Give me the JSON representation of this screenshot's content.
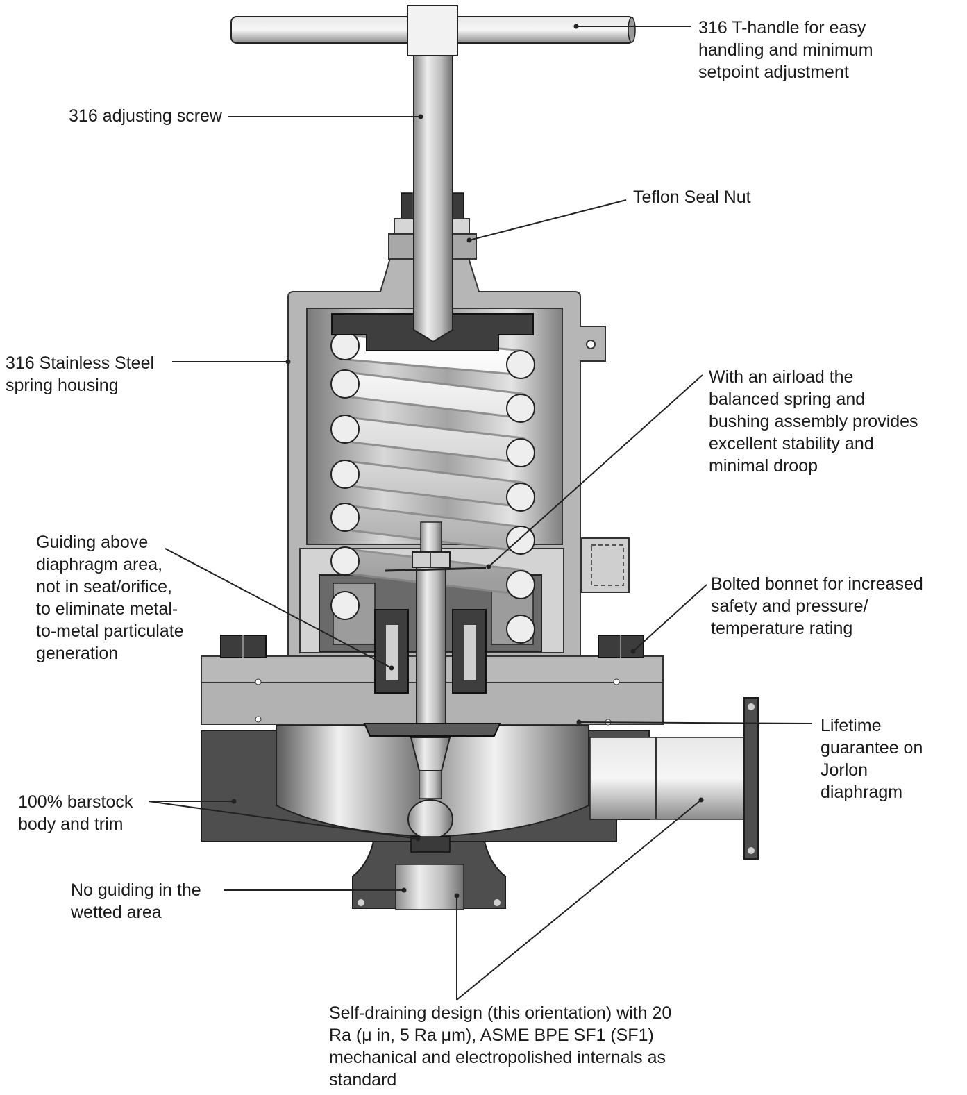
{
  "colors": {
    "background": "#ffffff",
    "text": "#1a1a1a",
    "housing": "#b4b4b4",
    "body_dark": "#4a4a4a",
    "steel_light": "#dcdcdc",
    "steel_mid": "#9a9a9a",
    "steel_dark": "#2e2e2e",
    "leader": "#222222"
  },
  "callouts": {
    "t_handle": [
      "316 T-handle for easy",
      "handling and minimum",
      "setpoint adjustment"
    ],
    "adjusting_screw": [
      "316 adjusting screw"
    ],
    "seal_nut": [
      "Teflon Seal Nut"
    ],
    "spring_housing": [
      "316 Stainless Steel",
      "spring housing"
    ],
    "airload": [
      "With an airload the",
      "balanced spring and",
      "bushing assembly provides",
      "excellent stability and",
      "minimal droop"
    ],
    "guiding_above": [
      "Guiding above",
      "diaphragm area,",
      "not in seat/orifice,",
      "to eliminate metal-",
      "to-metal particulate",
      "generation"
    ],
    "bolted_bonnet": [
      "Bolted bonnet for increased",
      "safety and pressure/",
      "temperature rating"
    ],
    "lifetime": [
      "Lifetime",
      "guarantee on",
      "Jorlon",
      "diaphragm"
    ],
    "barstock": [
      "100% barstock",
      "body and trim"
    ],
    "no_guiding": [
      "No guiding in the",
      "wetted area"
    ],
    "self_draining": [
      "Self-draining design (this orientation) with 20",
      "Ra (μ in, 5 Ra μm), ASME BPE SF1 (SF1)",
      "mechanical and electropolished internals as",
      "standard"
    ]
  }
}
